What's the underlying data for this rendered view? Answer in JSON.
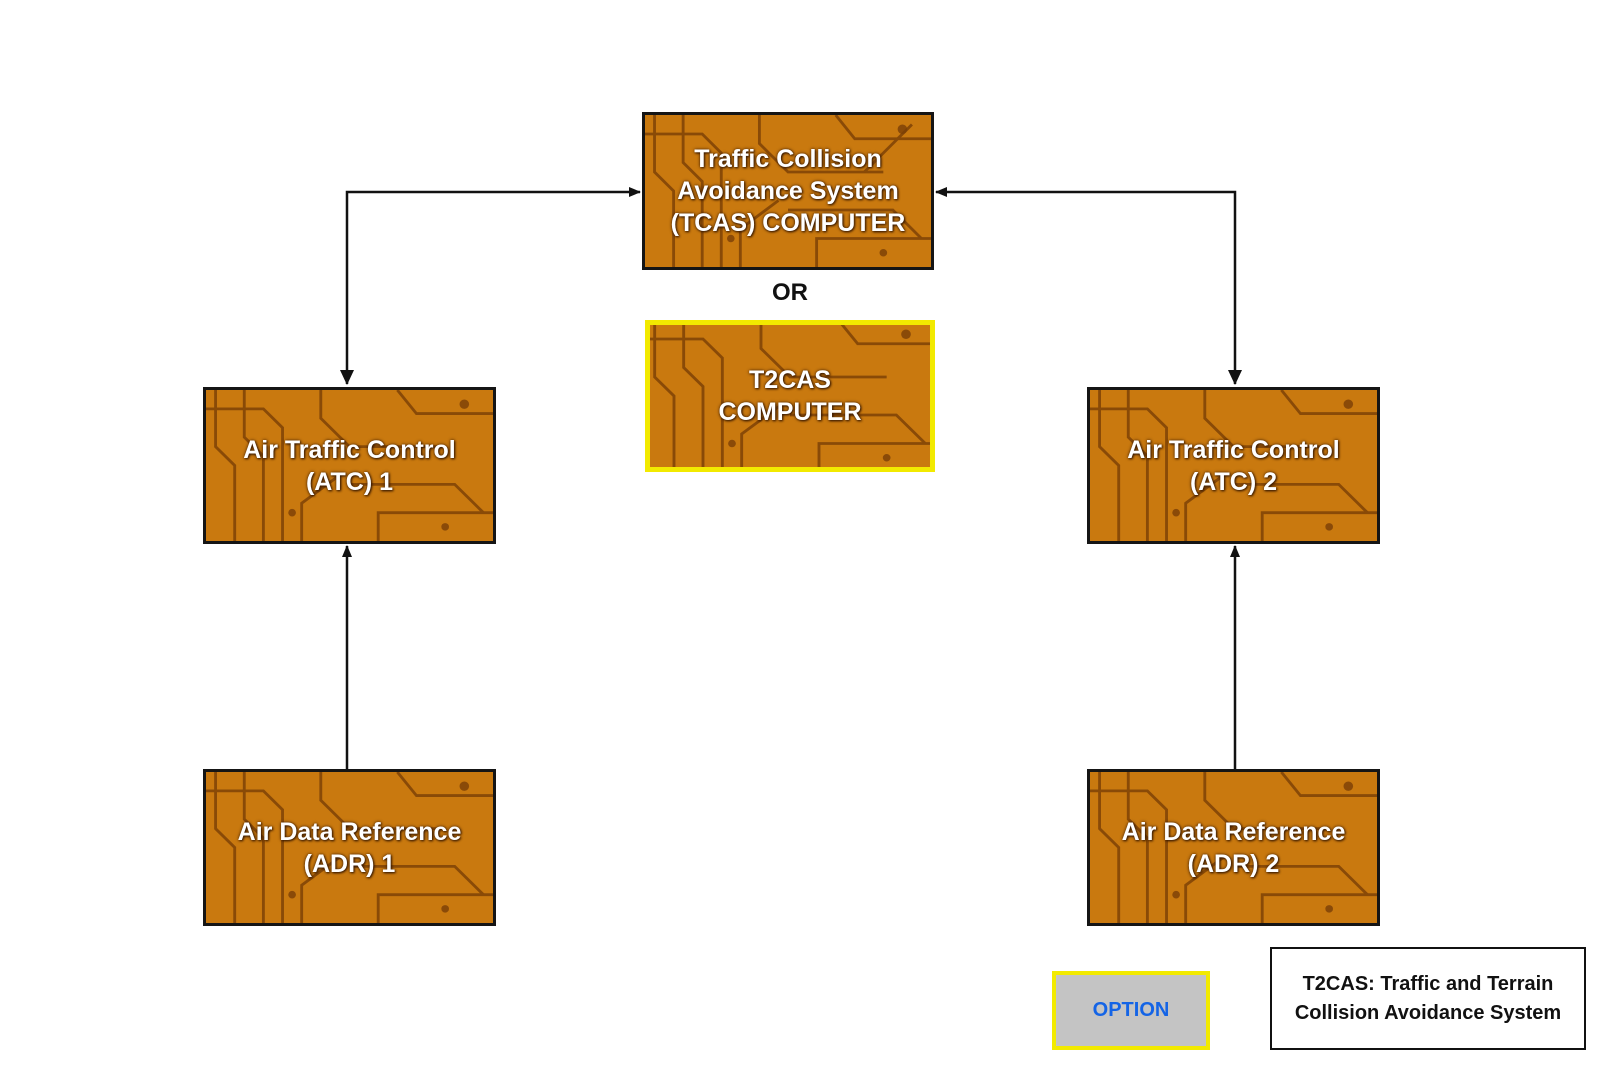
{
  "boxes": {
    "tcas": "Traffic Collision\nAvoidance System\n(TCAS) COMPUTER",
    "t2cas": "T2CAS\nCOMPUTER",
    "atc1": "Air Traffic Control\n(ATC) 1",
    "atc2": "Air Traffic Control\n(ATC) 2",
    "adr1": "Air Data Reference\n(ADR) 1",
    "adr2": "Air Data Reference\n(ADR) 2"
  },
  "or_label": "OR",
  "legend": {
    "option_label": "OPTION",
    "note": "T2CAS: Traffic and Terrain\nCollision Avoidance System"
  },
  "colors": {
    "box_fill": "#c9790f",
    "option_dash_blue": "#1f6fe0",
    "option_dash_yellow": "#f2ea00",
    "option_text": "#1464e6"
  }
}
